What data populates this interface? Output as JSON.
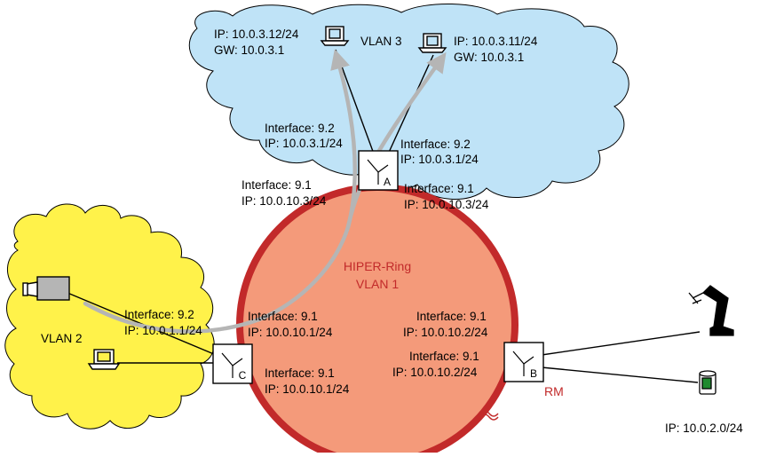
{
  "colors": {
    "vlan3_cloud": "#bfe3f7",
    "vlan2_cloud": "#fff24a",
    "ring_fill": "#f49a7a",
    "ring_stroke": "#c22a2a",
    "ring_text": "#c22a2a",
    "route_arrow": "#b5b5b5",
    "line": "#000000"
  },
  "clouds": {
    "vlan3": {
      "label": "VLAN 3"
    },
    "vlan2": {
      "label": "VLAN 2"
    }
  },
  "ring": {
    "line1": "HIPER-Ring",
    "line2": "VLAN 1",
    "rm_label": "RM"
  },
  "switches": {
    "a": {
      "letter": "A"
    },
    "b": {
      "letter": "B"
    },
    "c": {
      "letter": "C"
    }
  },
  "hosts": {
    "pc_left": {
      "ip": "IP: 10.0.3.12/24",
      "gw": "GW: 10.0.3.1"
    },
    "pc_right": {
      "ip": "IP: 10.0.3.11/24",
      "gw": "GW: 10.0.3.1"
    },
    "device_net": {
      "ip": "IP: 10.0.2.0/24"
    }
  },
  "interfaces": {
    "a_left_vlan3": {
      "name": "Interface: 9.2",
      "ip": "IP: 10.0.3.1/24"
    },
    "a_right_vlan3": {
      "name": "Interface: 9.2",
      "ip": "IP: 10.0.3.1/24"
    },
    "a_left_vlan1": {
      "name": "Interface: 9.1",
      "ip": "IP: 10.0.10.3/24"
    },
    "a_right_vlan1": {
      "name": "Interface: 9.1",
      "ip": "IP: 10.0.10.3/24"
    },
    "c_vlan2": {
      "name": "Interface: 9.2",
      "ip": "IP: 10.0.1.1/24"
    },
    "c_upper_vlan1": {
      "name": "Interface: 9.1",
      "ip": "IP: 10.0.10.1/24"
    },
    "c_lower_vlan1": {
      "name": "Interface: 9.1",
      "ip": "IP: 10.0.10.1/24"
    },
    "b_upper_vlan1": {
      "name": "Interface: 9.1",
      "ip": "IP: 10.0.10.2/24"
    },
    "b_lower_vlan1": {
      "name": "Interface: 9.1",
      "ip": "IP: 10.0.10.2/24"
    }
  },
  "icons": {
    "pc": "computer-icon",
    "camera": "video-camera-icon",
    "robot": "robot-arm-icon",
    "drive": "drive-icon",
    "switch": "switch-icon",
    "arrow": "route-arrow-icon"
  }
}
